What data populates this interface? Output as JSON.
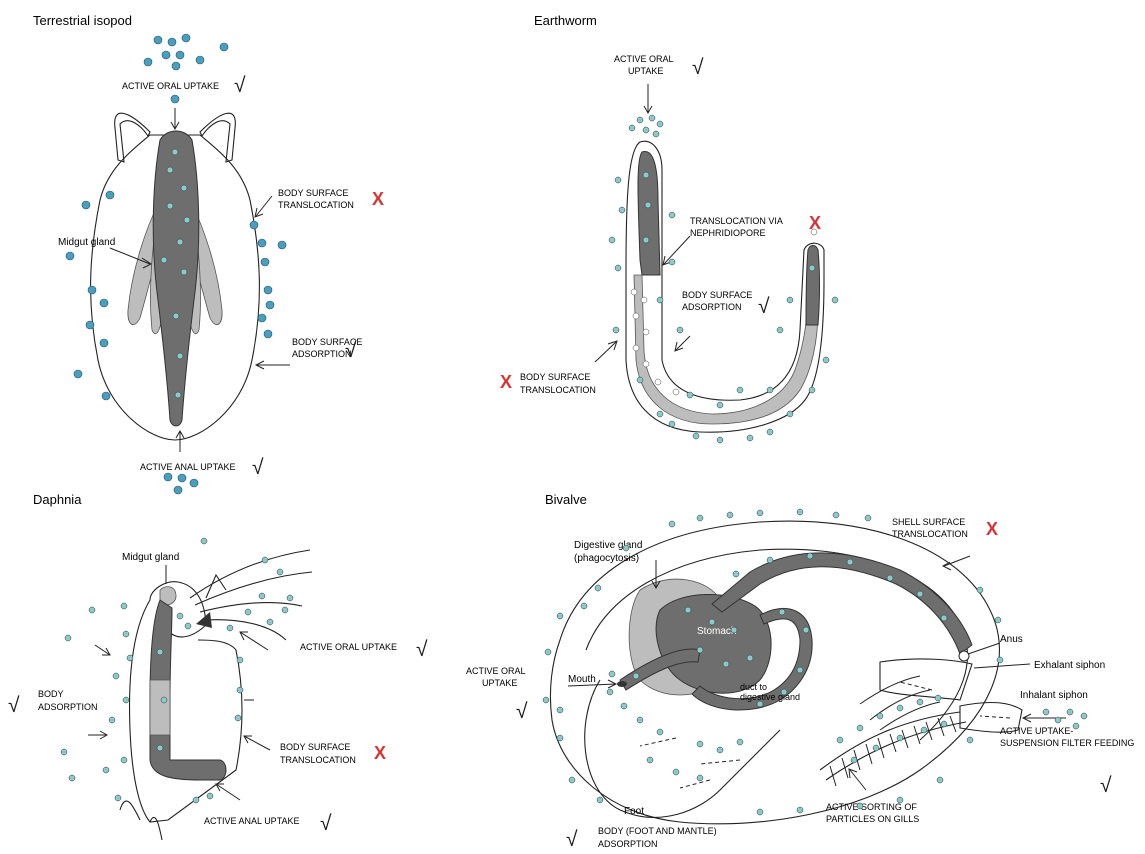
{
  "panels": {
    "isopod": {
      "title": "Terrestrial isopod",
      "labels": {
        "oral": "ACTIVE ORAL UPTAKE",
        "translocation_1": "BODY SURFACE",
        "translocation_2": "TRANSLOCATION",
        "midgut": "Midgut gland",
        "adsorption_1": "BODY SURFACE",
        "adsorption_2": "ADSORPTION",
        "anal": "ACTIVE ANAL UPTAKE"
      }
    },
    "earthworm": {
      "title": "Earthworm",
      "labels": {
        "oral_1": "ACTIVE ORAL",
        "oral_2": "UPTAKE",
        "nephridiopore_1": "TRANSLOCATION VIA",
        "nephridiopore_2": "NEPHRIDIOPORE",
        "adsorption_1": "BODY SURFACE",
        "adsorption_2": "ADSORPTION",
        "translocation_1": "BODY SURFACE",
        "translocation_2": "TRANSLOCATION"
      }
    },
    "daphnia": {
      "title": "Daphnia",
      "labels": {
        "midgut": "Midgut gland",
        "oral": "ACTIVE ORAL UPTAKE",
        "body_1": "BODY",
        "body_2": "ADSORPTION",
        "translocation_1": "BODY SURFACE",
        "translocation_2": "TRANSLOCATION",
        "anal": "ACTIVE ANAL UPTAKE"
      }
    },
    "bivalve": {
      "title": "Bivalve",
      "labels": {
        "shell_1": "SHELL SURFACE",
        "shell_2": "TRANSLOCATION",
        "digestive_1": "Digestive gland",
        "digestive_2": "(phagocytosis)",
        "stomach": "Stomach",
        "duct_1": "duct to",
        "duct_2": "digestive gland",
        "anus": "Anus",
        "exhalant": "Exhalant siphon",
        "inhalant": "Inhalant siphon",
        "mouth": "Mouth",
        "oral_1": "ACTIVE ORAL",
        "oral_2": "UPTAKE",
        "filter_1": "ACTIVE UPTAKE-",
        "filter_2": "SUSPENSION  FILTER FEEDING",
        "gills_1": "ACTIVE SORTING OF",
        "gills_2": "PARTICLES ON GILLS",
        "foot": "Foot",
        "body_1": "BODY (FOOT AND MANTLE)",
        "body_2": "ADSORPTION"
      }
    }
  },
  "marks": {
    "check": "√",
    "cross": "X"
  },
  "colors": {
    "particle": "#4a9fbf",
    "particle_internal": "#8ec9c4",
    "gut": "#6e6e6e",
    "gland": "#bdbdbd",
    "cross": "#d93434"
  }
}
